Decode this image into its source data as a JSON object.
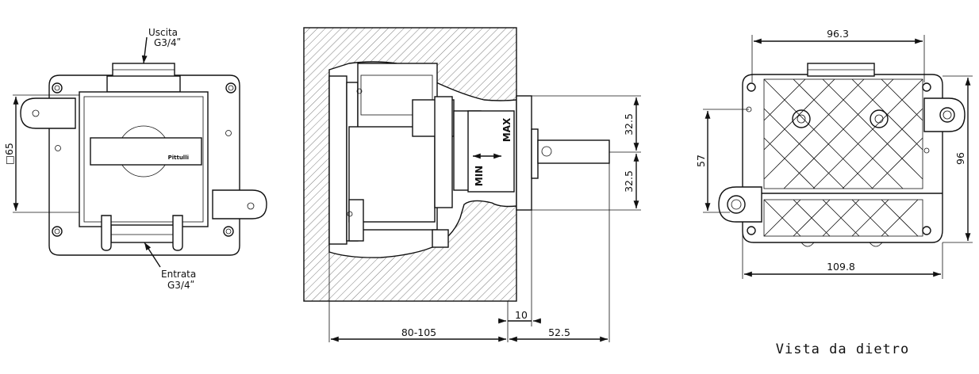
{
  "front_view": {
    "outlet_label": "Uscita",
    "outlet_thread": "G3/4ʺ",
    "inlet_label": "Entrata",
    "inlet_thread": "G3/4ʺ",
    "square_dim": "□65",
    "brand_label": "Pittulli"
  },
  "side_view": {
    "dim_top": "32.5",
    "dim_bottom": "32.5",
    "max_label": "MAX",
    "min_label": "MIN",
    "dim_plate": "10",
    "dim_depth": "80-105",
    "dim_shaft": "52.5"
  },
  "back_view": {
    "dim_width_top": "96.3",
    "dim_height_left": "57",
    "dim_height_right": "96",
    "dim_width_bottom": "109.8",
    "caption": "Vista da dietro"
  }
}
